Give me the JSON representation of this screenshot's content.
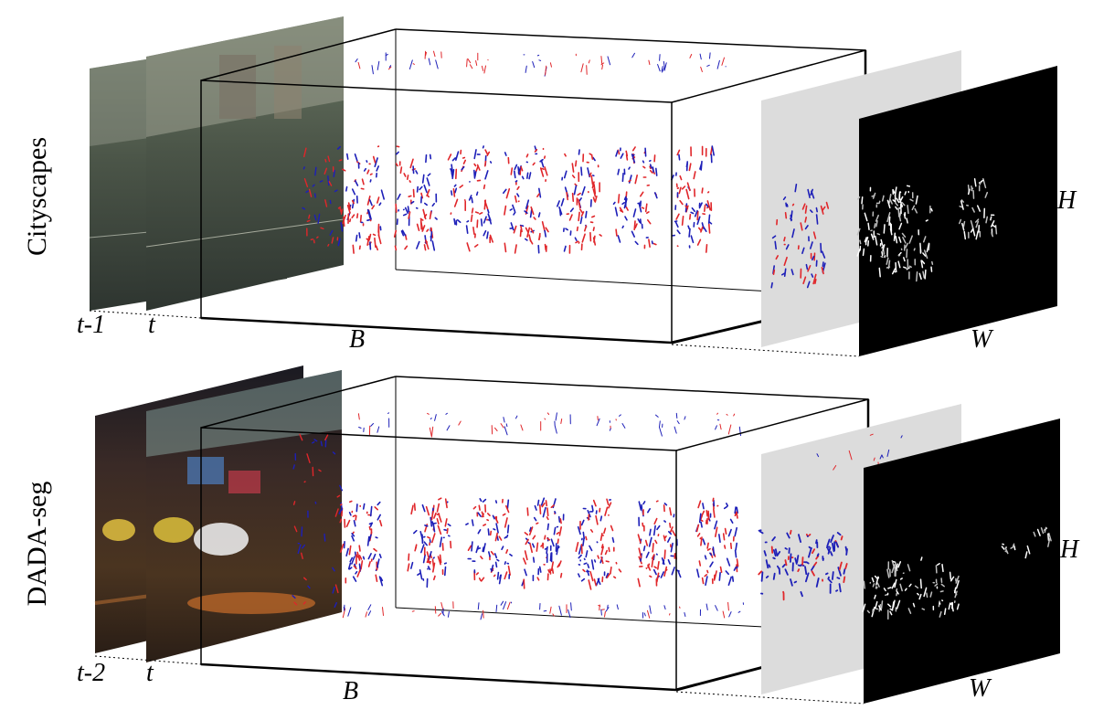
{
  "rows": [
    {
      "title": "Cityscapes",
      "prev_frame_label": "t-1",
      "curr_frame_label": "t",
      "bins_label": "B",
      "height_label": "H",
      "width_label": "W",
      "frame_style": "street"
    },
    {
      "title": "DADA-seg",
      "prev_frame_label": "t-2",
      "curr_frame_label": "t",
      "bins_label": "B",
      "height_label": "H",
      "width_label": "W",
      "frame_style": "night"
    }
  ],
  "colors": {
    "positive_event": "#e0262a",
    "negative_event": "#1d1fb8",
    "grey_plane": "#dcdcdc",
    "mask_bg": "#000000",
    "mask_fg": "#ffffff"
  }
}
